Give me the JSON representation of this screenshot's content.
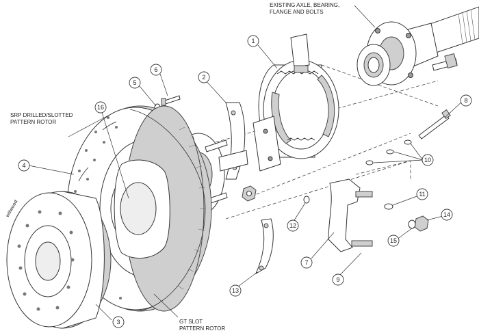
{
  "labels": {
    "existing_axle_line1": "EXISTING AXLE, BEARING,",
    "existing_axle_line2": "FLANGE AND BOLTS",
    "srp_rotor_line1": "SRP DRILLED/SLOTTED",
    "srp_rotor_line2": "PATTERN ROTOR",
    "gt_rotor_line1": "GT SLOT",
    "gt_rotor_line2": "PATTERN ROTOR"
  },
  "callouts": [
    "1",
    "2",
    "3",
    "4",
    "5",
    "6",
    "7",
    "8",
    "9",
    "10",
    "11",
    "12",
    "13",
    "14",
    "15",
    "16"
  ],
  "drum_logo": "wilwood"
}
